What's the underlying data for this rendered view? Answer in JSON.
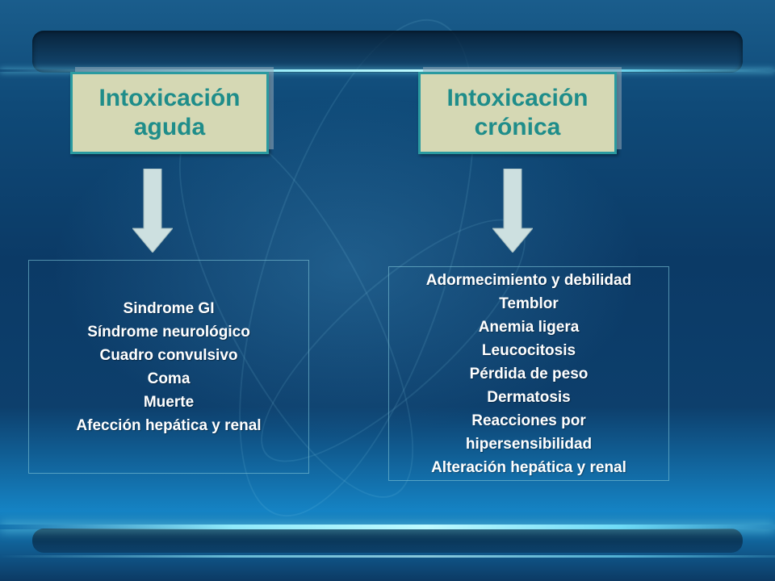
{
  "slide": {
    "colors": {
      "title_fill": "#d5d8b4",
      "title_border": "#2a9aa0",
      "title_text": "#1f8d8a",
      "arrow_fill": "#cde0e0",
      "list_text": "#ffffff",
      "background": "#0b3a66"
    },
    "acute": {
      "title": "Intoxicación\naguda",
      "arrow_icon": "down-arrow-icon",
      "items": [
        "Sindrome GI",
        "Síndrome neurológico",
        "Cuadro convulsivo",
        "Coma",
        "Muerte",
        "Afección hepática y renal"
      ]
    },
    "chronic": {
      "title": "Intoxicación\ncrónica",
      "arrow_icon": "down-arrow-icon",
      "items": [
        "Adormecimiento y debilidad",
        "Temblor",
        "Anemia ligera",
        "Leucocitosis",
        "Pérdida de peso",
        "Dermatosis",
        "Reacciones por",
        "hipersensibilidad",
        "Alteración hepática y renal"
      ]
    }
  }
}
